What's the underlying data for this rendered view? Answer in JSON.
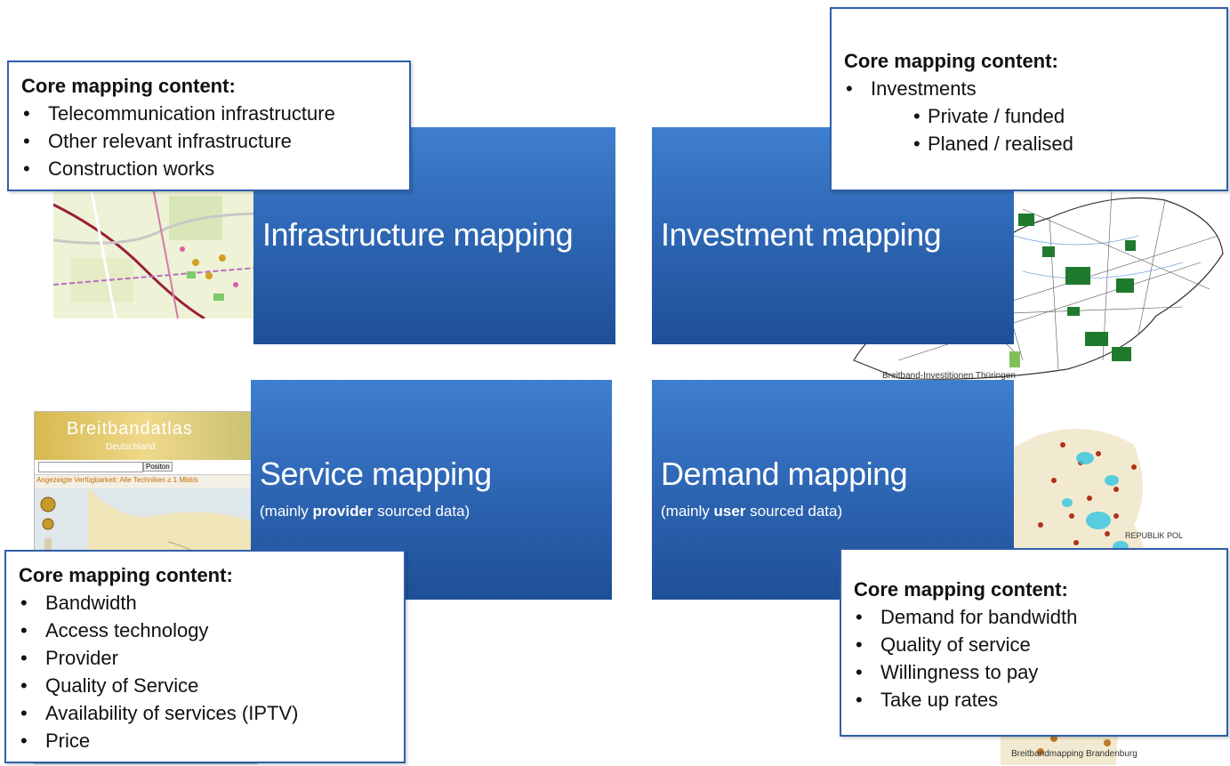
{
  "panels": {
    "infrastructure": {
      "title": "Infrastructure mapping",
      "core_heading": "Core mapping content:",
      "items": [
        "Telecommunication infrastructure",
        "Other relevant infrastructure",
        "Construction works"
      ]
    },
    "investment": {
      "title": "Investment mapping",
      "core_heading": "Core mapping content:",
      "items": [
        "Investments"
      ],
      "subitems": [
        "Private / funded",
        "Planed / realised"
      ],
      "map_caption": "Breitband-Investitionen Thüringen"
    },
    "service": {
      "title": "Service mapping",
      "subtitle_pre": "(mainly ",
      "subtitle_bold": "provider",
      "subtitle_post": " sourced data)",
      "core_heading": "Core mapping content:",
      "items": [
        "Bandwidth",
        "Access technology",
        "Provider",
        "Quality of Service",
        "Availability of services (IPTV)",
        "Price"
      ],
      "screenshot_title": "Breitbandatlas",
      "screenshot_subtitle": "Deutschland",
      "screenshot_button": "Positon",
      "screenshot_line": "Angezeigte Verfügbarkeit: Alle Techniken ≥ 1 Mbit/s"
    },
    "demand": {
      "title": "Demand mapping",
      "subtitle_pre": "(mainly ",
      "subtitle_bold": "user",
      "subtitle_post": " sourced data)",
      "core_heading": "Core mapping content:",
      "items": [
        "Demand for bandwidth",
        "Quality of service",
        "Willingness to pay",
        "Take up rates"
      ],
      "map_caption": "Breitbandmapping Brandenburg",
      "map_side_label": "REPUBLIK POL"
    }
  },
  "colors": {
    "panel_top": "#3f7fcf",
    "panel_bottom": "#1e4f97",
    "box_border": "#2f5fa8"
  }
}
